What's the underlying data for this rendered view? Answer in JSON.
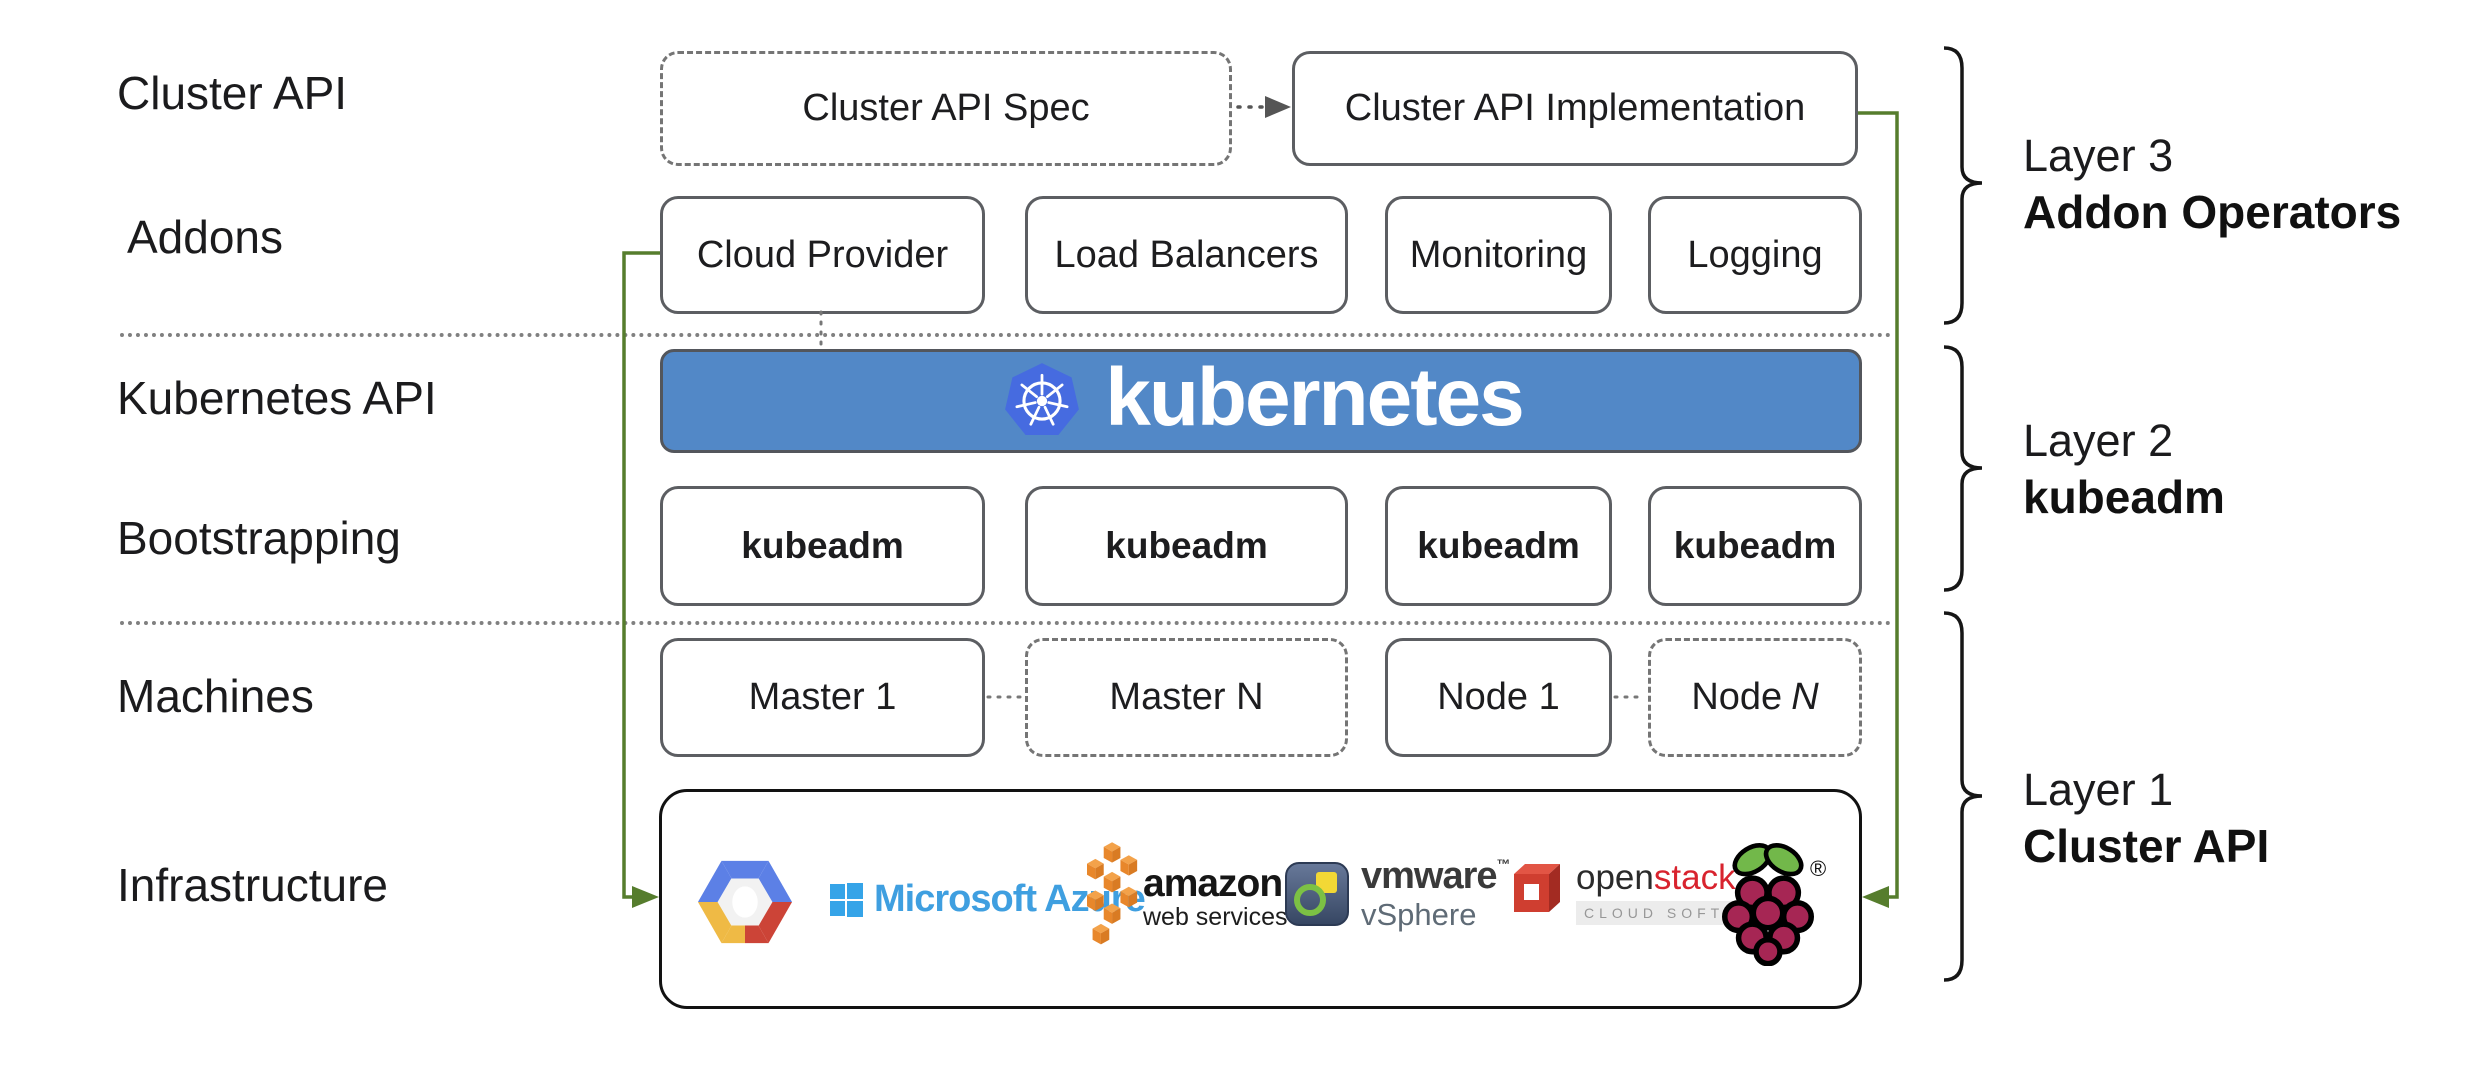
{
  "left_labels": [
    {
      "text": "Cluster API"
    },
    {
      "text": "Addons"
    },
    {
      "text": "Kubernetes API"
    },
    {
      "text": "Bootstrapping"
    },
    {
      "text": "Machines"
    },
    {
      "text": "Infrastructure"
    }
  ],
  "cluster_api_row": {
    "spec": "Cluster API Spec",
    "implementation": "Cluster API Implementation"
  },
  "addons_row": [
    "Cloud Provider",
    "Load Balancers",
    "Monitoring",
    "Logging"
  ],
  "kubernetes_banner": {
    "wordmark": "kubernetes",
    "logo_icon": "kubernetes-wheel"
  },
  "bootstrapping_row": [
    "kubeadm",
    "kubeadm",
    "kubeadm",
    "kubeadm"
  ],
  "machines_row": [
    {
      "main": "Master 1"
    },
    {
      "main": "Master N"
    },
    {
      "main": "Node 1"
    },
    {
      "main": "Node",
      "italic_suffix": "N"
    }
  ],
  "layers": [
    {
      "line1": "Layer 3",
      "line2": "Addon Operators"
    },
    {
      "line1": "Layer 2",
      "line2": "kubeadm"
    },
    {
      "line1": "Layer 1",
      "line2": "Cluster API"
    }
  ],
  "infrastructure": {
    "providers": [
      {
        "name": "Google Cloud Platform"
      },
      {
        "name": "Microsoft Azure",
        "text": "Microsoft Azure"
      },
      {
        "name": "Amazon Web Services",
        "text_main": "amazon",
        "text_sub": "web services"
      },
      {
        "name": "VMware vSphere",
        "text_main": "vmware",
        "tm": "™",
        "text_sub": "vSphere"
      },
      {
        "name": "OpenStack",
        "text_open": "open",
        "text_stack": "stack",
        "tm": "™",
        "text_sub": "CLOUD SOFTWARE"
      },
      {
        "name": "Raspberry Pi",
        "reg": "®"
      }
    ]
  },
  "colors": {
    "banner_blue": "#5288c7",
    "k8s_logo_blue": "#466be0",
    "connector_green": "#567d2d",
    "box_border_gray": "#5c5e62",
    "openstack_red": "#d8232e",
    "aws_orange": "#ec8d2e",
    "azure_blue": "#3f9fe0",
    "gcp_blue": "#5c80e6",
    "gcp_red": "#cc4437",
    "gcp_yellow": "#efba45",
    "raspberry_crimson": "#a62654",
    "leaf_green": "#72b84a"
  }
}
